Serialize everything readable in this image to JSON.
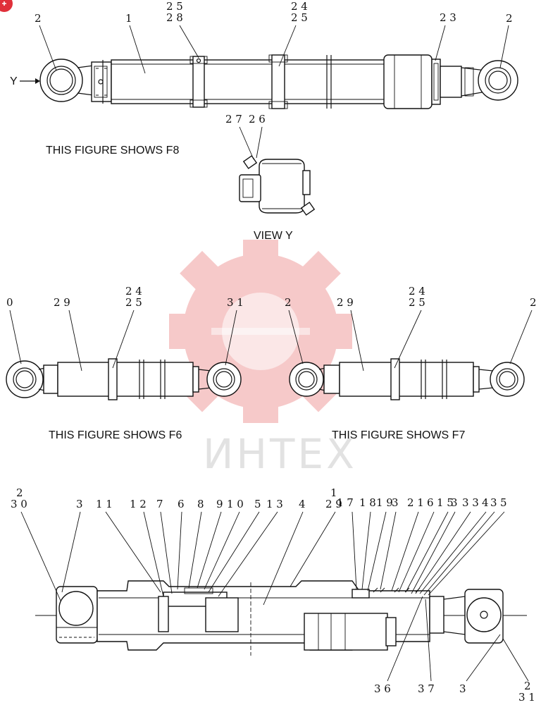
{
  "figure_captions": {
    "f8": "THIS FIGURE SHOWS  F8",
    "view": "VIEW   Y",
    "f6": "THIS FIGURE SHOWS  F6",
    "f7": "THIS FIGURE SHOWS  F7",
    "y_arrow": "Y"
  },
  "watermark": {
    "text": "ИНТЕХ",
    "gear_color": "#f4b8b8",
    "badge_color": "#e0303a"
  },
  "callouts_top": [
    "2",
    "1",
    "2 5",
    "2 8",
    "2 4",
    "2 5",
    "2 3",
    "2"
  ],
  "callouts_view": [
    "2 7",
    "2 6"
  ],
  "callouts_f6": [
    "0",
    "2 9",
    "2 4",
    "2 5",
    "3 1"
  ],
  "callouts_f7": [
    "2",
    "2 9",
    "2 4",
    "2 5",
    "2"
  ],
  "callouts_section_top": [
    "2",
    "3 0",
    "3",
    "1 1",
    "1 2",
    "7",
    "6",
    "8",
    "9",
    "1 0",
    "5",
    "1 3",
    "4",
    "1",
    "2 9",
    "1 7",
    "1 8",
    "1 9",
    "3",
    "2 1",
    "6",
    "1 5",
    "3",
    "3 3",
    "4",
    "3",
    "5"
  ],
  "callouts_section_bottom": [
    "3 6",
    "3 7",
    "3",
    "2",
    "3 1"
  ]
}
